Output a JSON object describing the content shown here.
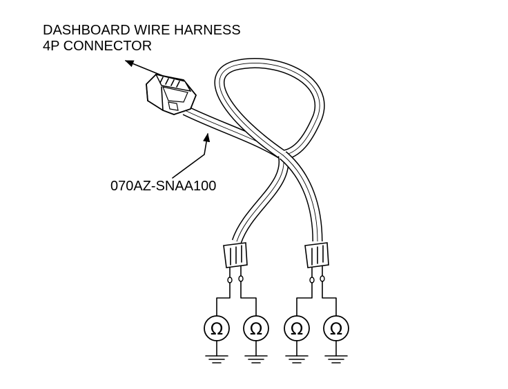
{
  "labels": {
    "connector_line1": "DASHBOARD WIRE HARNESS",
    "connector_line2": "4P CONNECTOR",
    "part_number": "070AZ-SNAA100"
  },
  "meters": [
    {
      "symbol": "Ω"
    },
    {
      "symbol": "Ω"
    },
    {
      "symbol": "Ω"
    },
    {
      "symbol": "Ω"
    }
  ]
}
